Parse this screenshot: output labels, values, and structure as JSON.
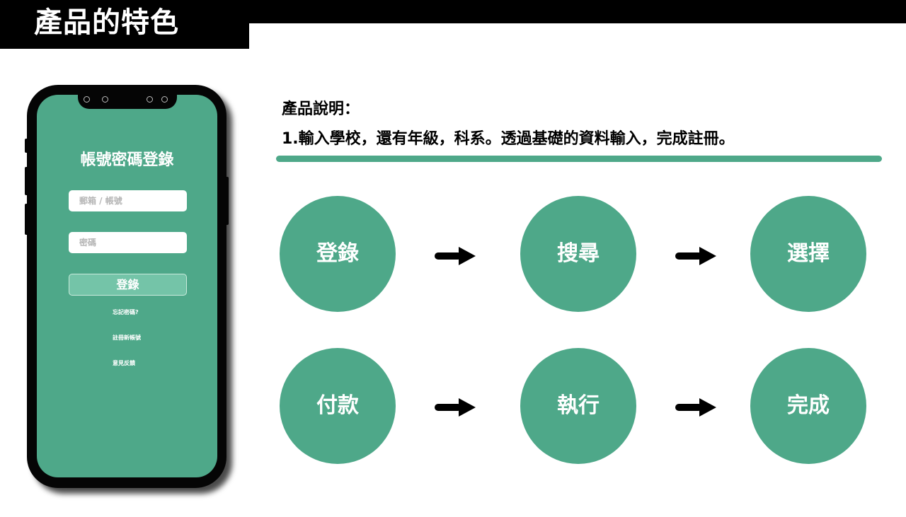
{
  "page": {
    "title": "產品的特色"
  },
  "phone": {
    "login_title": "帳號密碼登錄",
    "account_placeholder": "郵箱 / 帳號",
    "password_placeholder": "密碼",
    "login_button": "登錄",
    "forgot_password": "忘記密碼?",
    "register": "註冊新帳號",
    "feedback": "意見反饋"
  },
  "description": {
    "heading": "產品說明：",
    "line1": "1.輸入學校，還有年級，科系。透過基礎的資料輸入，完成註冊。"
  },
  "colors": {
    "accent": "#4ea889",
    "bar": "#000000"
  },
  "flow": {
    "steps": [
      "登錄",
      "搜尋",
      "選擇",
      "付款",
      "執行",
      "完成"
    ]
  }
}
